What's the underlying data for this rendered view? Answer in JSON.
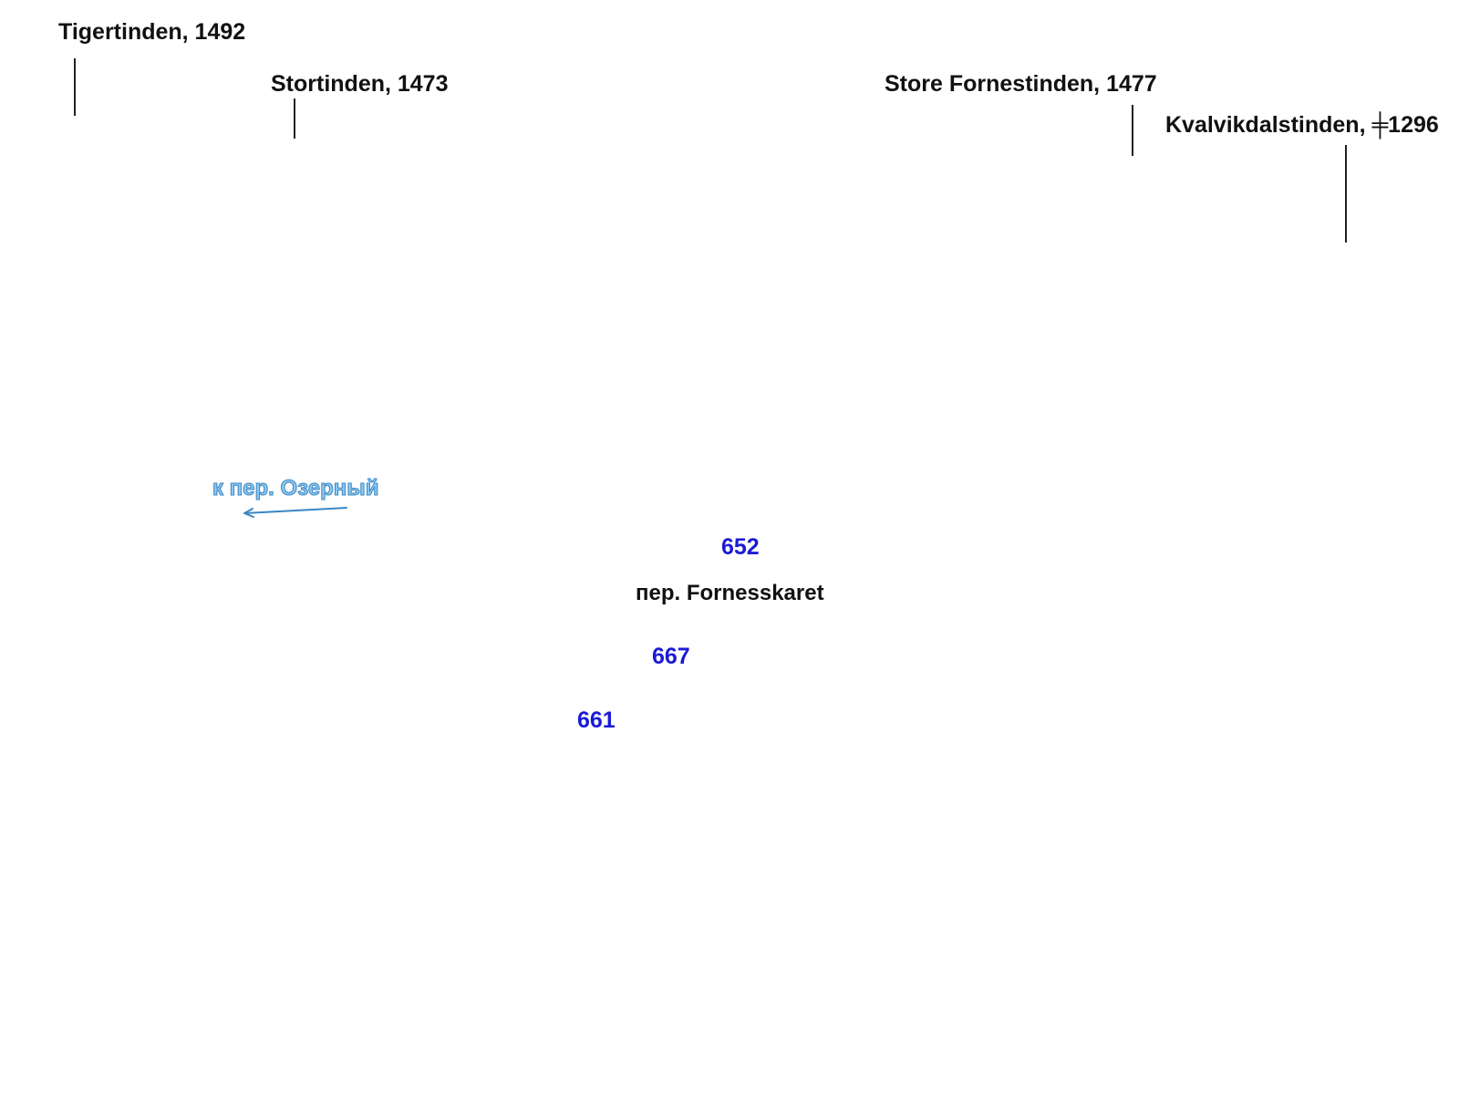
{
  "colors": {
    "text": "#111111",
    "leader": "#222222",
    "elevation": "#1a1ad6",
    "direction": "#8ec8ee",
    "direction_stroke": "#3a86c4"
  },
  "peaks": [
    {
      "id": "tigertinden",
      "label": "Tigertinden, 1492"
    },
    {
      "id": "stortinden",
      "label": "Stortinden, 1473"
    },
    {
      "id": "store-fornestinden",
      "label": "Store Fornestinden, 1477"
    },
    {
      "id": "kvalvikdalstinden",
      "label": "Kvalvikdalstinden, ╪1296"
    }
  ],
  "pass": {
    "label": "пер. Fornesskaret"
  },
  "direction": {
    "label": "к пер. Озерный",
    "arrow_icon": "arrow-left-icon"
  },
  "elevations": [
    {
      "id": "652",
      "label": "652"
    },
    {
      "id": "667",
      "label": "667"
    },
    {
      "id": "661",
      "label": "661"
    }
  ]
}
